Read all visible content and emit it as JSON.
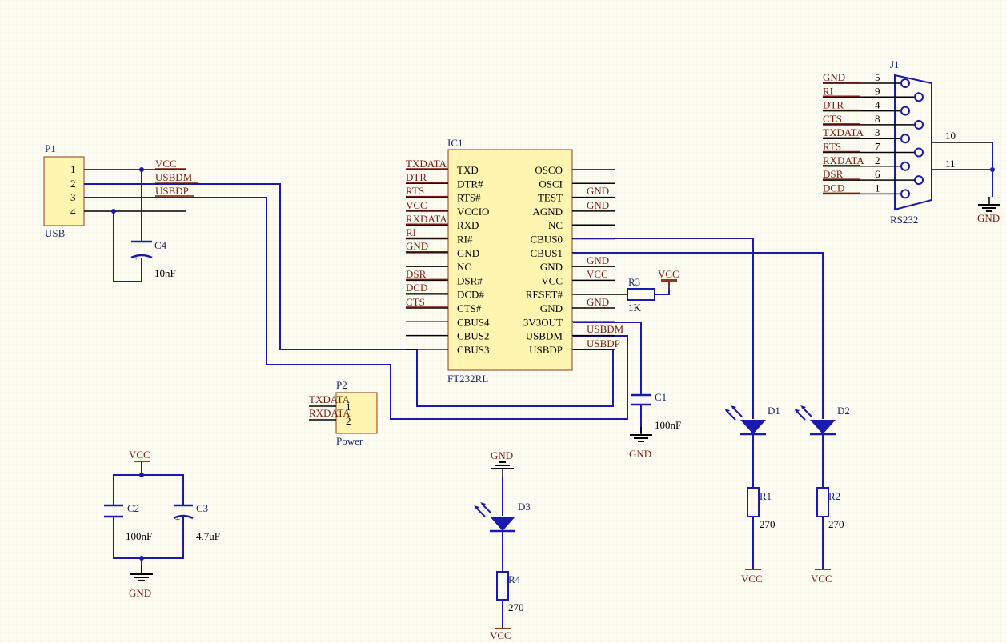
{
  "components": {
    "P1": {
      "ref": "P1",
      "value": "USB",
      "pins": [
        "1",
        "2",
        "3",
        "4"
      ]
    },
    "P2": {
      "ref": "P2",
      "value": "Power",
      "pins": [
        "1",
        "2"
      ]
    },
    "IC1": {
      "ref": "IC1",
      "value": "FT232RL",
      "left_pins": [
        "TXD",
        "DTR#",
        "RTS#",
        "VCCIO",
        "RXD",
        "RI#",
        "GND",
        "NC",
        "DSR#",
        "DCD#",
        "CTS#",
        "CBUS4",
        "CBUS2",
        "CBUS3"
      ],
      "right_pins": [
        "OSCO",
        "OSCI",
        "TEST",
        "AGND",
        "NC",
        "CBUS0",
        "CBUS1",
        "GND",
        "VCC",
        "RESET#",
        "GND",
        "3V3OUT",
        "USBDM",
        "USBDP"
      ]
    },
    "J1": {
      "ref": "J1",
      "value": "RS232",
      "signals": [
        "GND",
        "RI",
        "DTR",
        "CTS",
        "TXDATA",
        "RTS",
        "RXDATA",
        "DSR",
        "DCD"
      ],
      "pins": [
        "5",
        "9",
        "4",
        "8",
        "3",
        "7",
        "2",
        "6",
        "1"
      ],
      "shell_pins": [
        "10",
        "11"
      ]
    },
    "C1": {
      "ref": "C1",
      "value": "100nF"
    },
    "C2": {
      "ref": "C2",
      "value": "100nF"
    },
    "C3": {
      "ref": "C3",
      "value": "4.7uF"
    },
    "C4": {
      "ref": "C4",
      "value": "10nF"
    },
    "R1": {
      "ref": "R1",
      "value": "270"
    },
    "R2": {
      "ref": "R2",
      "value": "270"
    },
    "R3": {
      "ref": "R3",
      "value": "1K"
    },
    "R4": {
      "ref": "R4",
      "value": "270"
    },
    "D1": {
      "ref": "D1"
    },
    "D2": {
      "ref": "D2"
    },
    "D3": {
      "ref": "D3"
    }
  },
  "nets": {
    "p1": [
      "VCC",
      "USBDM",
      "USBDP"
    ],
    "ic_left": [
      "TXDATA",
      "DTR",
      "RTS",
      "VCC",
      "RXDATA",
      "RI",
      "GND",
      "DSR",
      "DCD",
      "CTS"
    ],
    "ic_right": [
      "GND",
      "GND",
      "GND",
      "VCC",
      "GND",
      "USBDM",
      "USBDP"
    ],
    "p2": [
      "TXDATA",
      "RXDATA"
    ],
    "power": {
      "vcc": "VCC",
      "gnd": "GND"
    }
  },
  "colors": {
    "wire": "#1a1ab0",
    "net_label": "#7a1d10",
    "body": "#fdf5b0",
    "body_border": "#8b3a1f",
    "grid": "#ece9dc"
  }
}
